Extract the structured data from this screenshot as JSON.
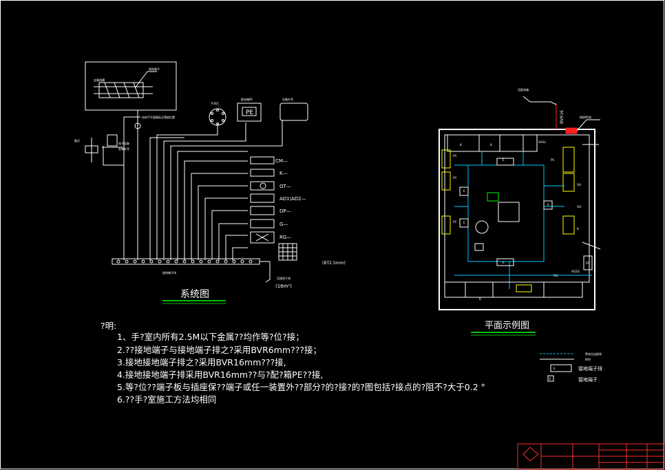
{
  "colors": {
    "background": "#000000",
    "line": "#ffffff",
    "ground_bus": "#00c8ff",
    "title_underline": "#00c000",
    "frame": "#ff3030",
    "equipment": "#ffff00",
    "red_cable": "#ff2020"
  },
  "system": {
    "title": "系统图",
    "cm_label": "CM—",
    "k_label": "K—",
    "ot_label": "OT—",
    "ad_label": "AD1\\AD2—",
    "dp_label": "DP—",
    "g_label": "G—",
    "rg_label": "RG—",
    "pe_box_label": "PE",
    "ground_size": "(16m²)",
    "wire_note": "(BT2.5mm)"
  },
  "plan": {
    "title": "平面示例图",
    "bvr_label": "BVR16",
    "pe_label": "接地PE线",
    "legend": {
      "bus_line_label": "等电位连接线",
      "bvr_line_label": "BVR",
      "terminal_box_symbol": "E",
      "terminal_box_label": "接地端子排",
      "terminal_symbol": "E",
      "terminal_label": "接地端子"
    },
    "tags": [
      "PC",
      "PC",
      "PC",
      "PC",
      "K",
      "K",
      "K",
      "SH",
      "SH",
      "K",
      "SA1L",
      "E",
      "E",
      "E",
      "E",
      "E",
      "PS",
      "AD1E",
      "RG"
    ]
  },
  "notes": {
    "title": "?明:",
    "items": [
      "1、手?室内所有2.5M以下金属??均作等?位?接；",
      "2.??接地端子与接地端子排之?采用BVR6mm???接；",
      "3.接地接地端子排之?采用BVR16mm???接,",
      "4.接地接地端子排采用BVR16mm??与?配?箱PE??接,",
      "5.等?位??端子板与插座保??端子或任一装置外??部分?的?接?的?图包括?接点的?阻不?大于0.2 °",
      "6.??手?室施工方法均相同"
    ]
  }
}
